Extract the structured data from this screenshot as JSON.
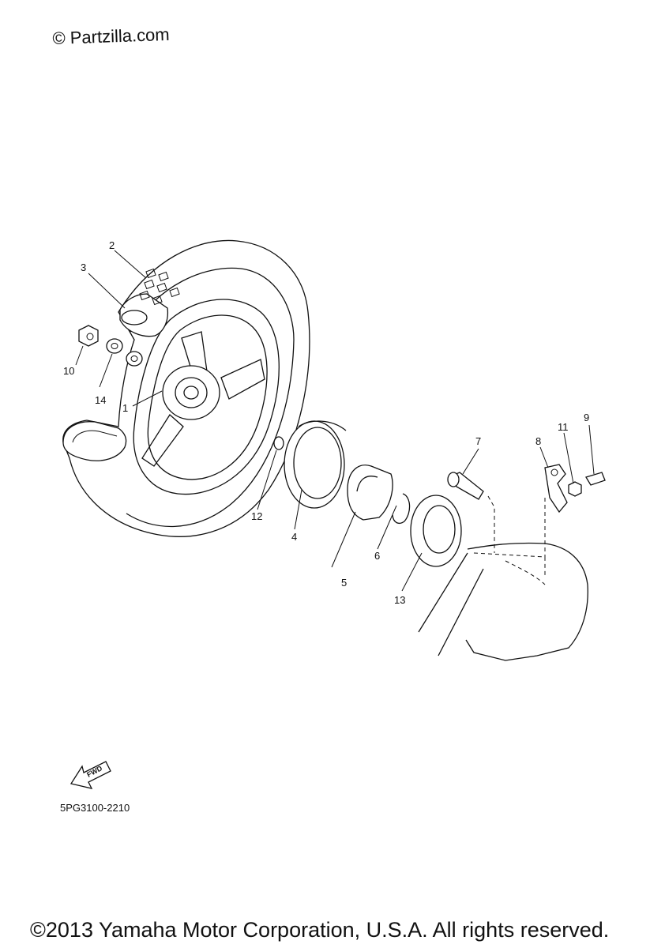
{
  "watermark": "© Partzilla.com",
  "diagram_code": "5PG3100-2210",
  "copyright": "©2013 Yamaha Motor Corporation, U.S.A. All rights reserved.",
  "fwd_label": "FWD",
  "callouts": {
    "c1": "1",
    "c2": "2",
    "c3": "3",
    "c4": "4",
    "c5": "5",
    "c6": "6",
    "c7": "7",
    "c8": "8",
    "c9": "9",
    "c10": "10",
    "c11": "11",
    "c12": "12",
    "c13": "13",
    "c14": "14"
  }
}
